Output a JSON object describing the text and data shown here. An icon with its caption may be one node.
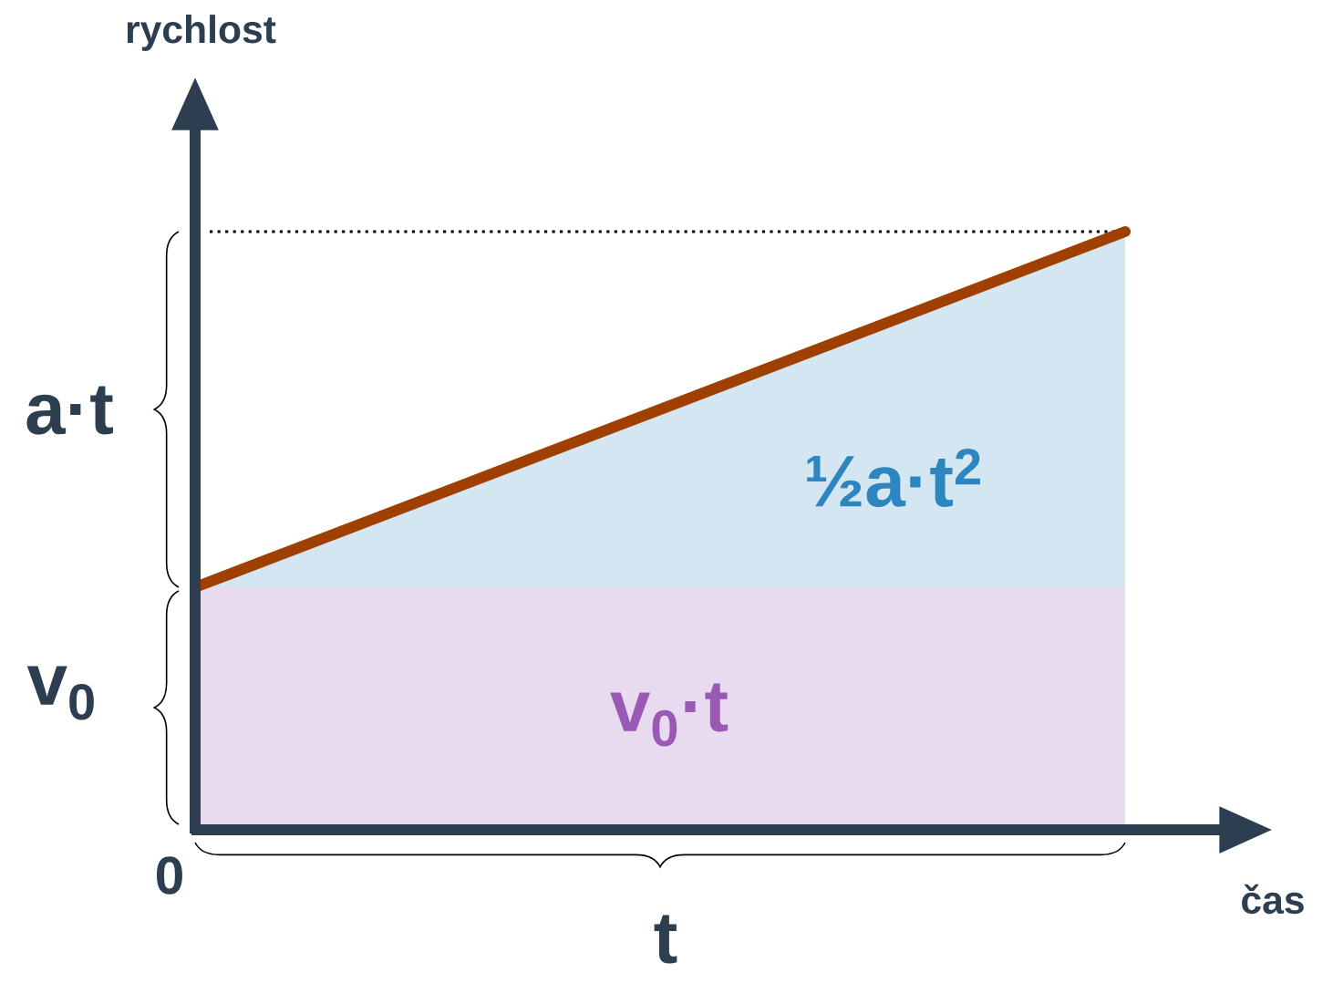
{
  "diagram": {
    "nodes": [
      {
        "text": [
          "v$_{0}$·t"
        ]
      },
      {
        "text": [
          "½a·t$^{2}$"
        ]
      }
    ],
    "labels": [
      "rychlost",
      "a·t",
      "v$_{0}$",
      "0",
      "t",
      "čas"
    ]
  }
}
